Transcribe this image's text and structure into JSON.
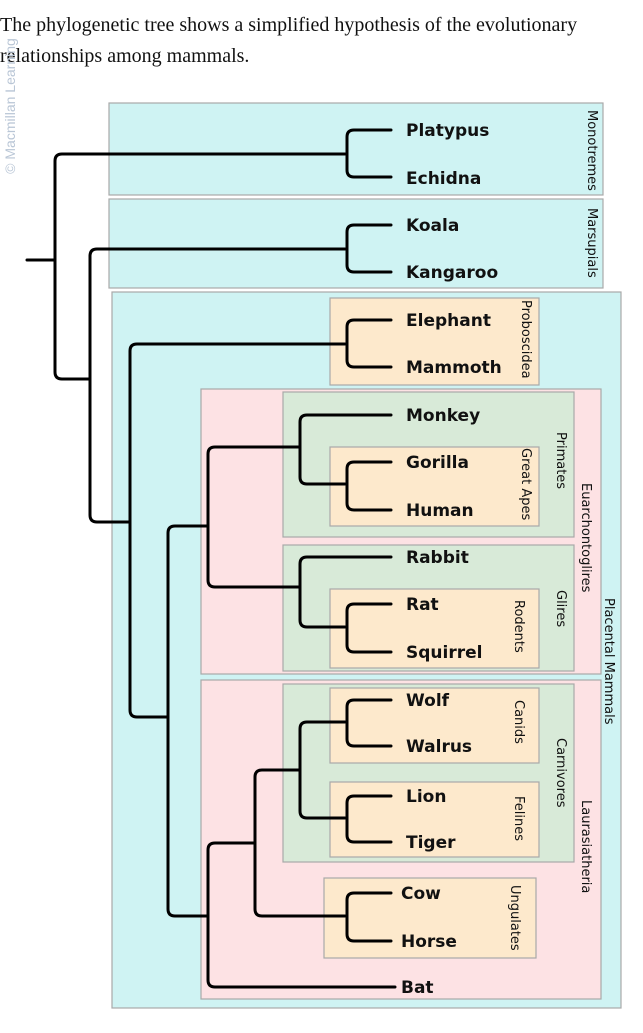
{
  "caption": "The phylogenetic tree shows a simplified hypothesis of the evolutionary relationships among mammals.",
  "watermark": "© Macmillan Learning",
  "taxa": {
    "platypus": "Platypus",
    "echidna": "Echidna",
    "koala": "Koala",
    "kangaroo": "Kangaroo",
    "elephant": "Elephant",
    "mammoth": "Mammoth",
    "monkey": "Monkey",
    "gorilla": "Gorilla",
    "human": "Human",
    "rabbit": "Rabbit",
    "rat": "Rat",
    "squirrel": "Squirrel",
    "wolf": "Wolf",
    "walrus": "Walrus",
    "lion": "Lion",
    "tiger": "Tiger",
    "cow": "Cow",
    "horse": "Horse",
    "bat": "Bat"
  },
  "groups": {
    "monotremes": "Monotremes",
    "marsupials": "Marsupials",
    "proboscidea": "Proboscidea",
    "primates": "Primates",
    "great_apes": "Great Apes",
    "euarchontoglires": "Euarchontoglires",
    "glires": "Glires",
    "rodents": "Rodents",
    "placental_mammals": "Placental Mammals",
    "canids": "Canids",
    "carnivores": "Carnivores",
    "felines": "Felines",
    "laurasiatheria": "Laurasiatheria",
    "ungulates": "Ungulates"
  },
  "colors": {
    "mammal_box": "#cff3f3",
    "superorder_box": "#fde2e4",
    "order_box": "#d8ead8",
    "family_box": "#fde9cc",
    "branch": "#000000"
  }
}
